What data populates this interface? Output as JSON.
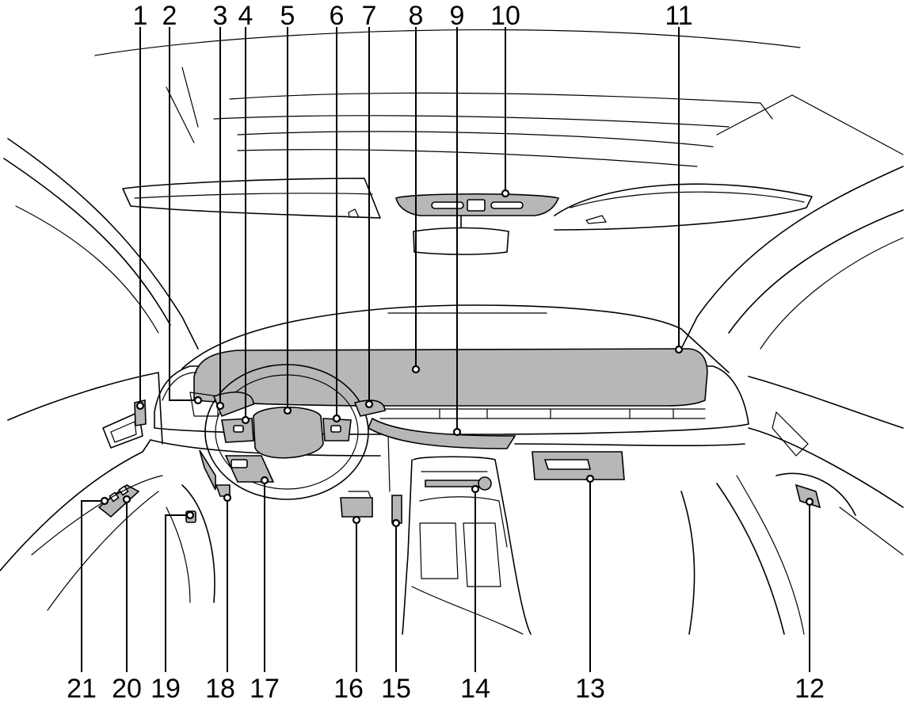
{
  "callouts": [
    {
      "id": "1",
      "label": "1"
    },
    {
      "id": "2",
      "label": "2"
    },
    {
      "id": "3",
      "label": "3"
    },
    {
      "id": "4",
      "label": "4"
    },
    {
      "id": "5",
      "label": "5"
    },
    {
      "id": "6",
      "label": "6"
    },
    {
      "id": "7",
      "label": "7"
    },
    {
      "id": "8",
      "label": "8"
    },
    {
      "id": "9",
      "label": "9"
    },
    {
      "id": "10",
      "label": "10"
    },
    {
      "id": "11",
      "label": "11"
    },
    {
      "id": "12",
      "label": "12"
    },
    {
      "id": "13",
      "label": "13"
    },
    {
      "id": "14",
      "label": "14"
    },
    {
      "id": "15",
      "label": "15"
    },
    {
      "id": "16",
      "label": "16"
    },
    {
      "id": "17",
      "label": "17"
    },
    {
      "id": "18",
      "label": "18"
    },
    {
      "id": "19",
      "label": "19"
    },
    {
      "id": "20",
      "label": "20"
    },
    {
      "id": "21",
      "label": "21"
    }
  ],
  "colors": {
    "line": "#000000",
    "highlight": "#b7b7b7",
    "background": "#ffffff"
  }
}
